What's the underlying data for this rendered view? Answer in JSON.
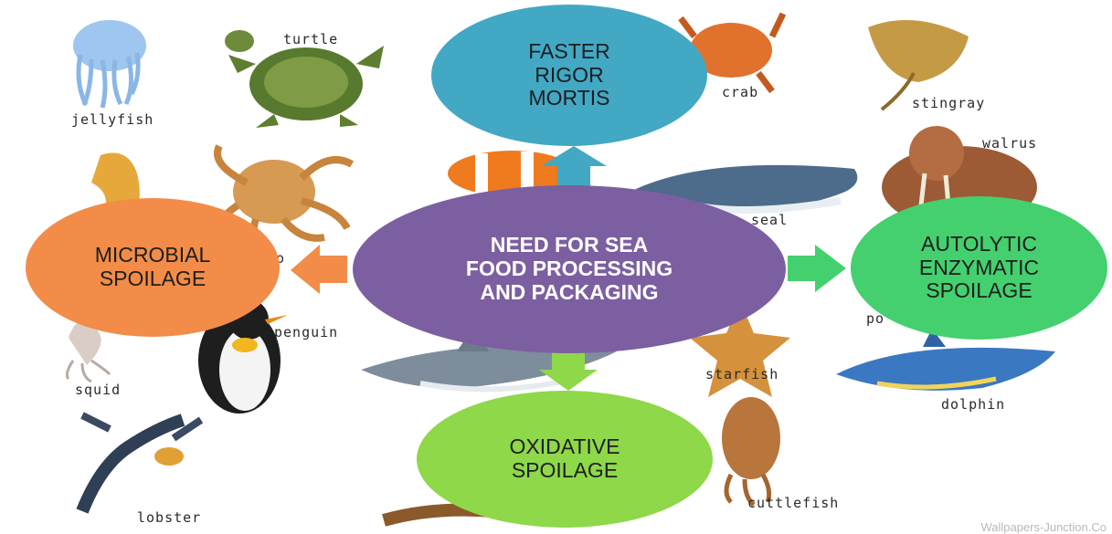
{
  "diagram": {
    "hub": {
      "text": "NEED FOR SEA\nFOOD PROCESSING\nAND PACKAGING",
      "color": "#7c5fa0"
    },
    "nodes": [
      {
        "id": "top",
        "text": "FASTER\nRIGOR\nMORTIS",
        "color": "#42a8c4"
      },
      {
        "id": "left",
        "text": "MICROBIAL\nSPOILAGE",
        "color": "#f28c48"
      },
      {
        "id": "right",
        "text": "AUTOLYTIC\nENZYMATIC\nSPOILAGE",
        "color": "#44d06e"
      },
      {
        "id": "bottom",
        "text": "OXIDATIVE\nSPOILAGE",
        "color": "#8ed84a"
      }
    ]
  },
  "background_labels": {
    "turtle": "turtle",
    "jellyfish": "jellyfish",
    "crab": "crab",
    "stingray": "stingray",
    "walrus": "walrus",
    "seal": "seal",
    "octopus_partial": "o",
    "penguin": "penguin",
    "squid": "squid",
    "starfish": "starfish",
    "dolphin": "dolphin",
    "lobster": "lobster",
    "cuttlefish": "cuttlefish",
    "polar_partial": "po"
  },
  "watermark": "Wallpapers-Junction.Co"
}
